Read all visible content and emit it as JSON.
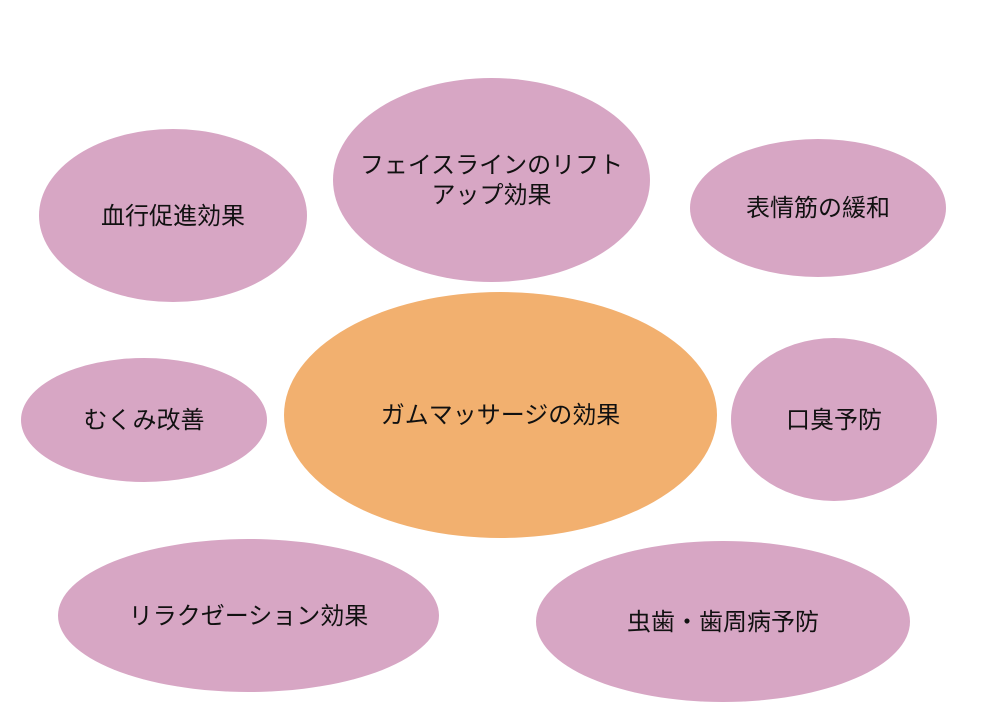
{
  "colors": {
    "benefit_fill": "#d7a6c4",
    "center_fill": "#f2b06f"
  },
  "center": {
    "label": "ガムマッサージの効果"
  },
  "benefits": [
    {
      "label": "血行促進効果"
    },
    {
      "label": "フェイスラインのリフト\nアップ効果"
    },
    {
      "label": "表情筋の緩和"
    },
    {
      "label": "むくみ改善"
    },
    {
      "label": "口臭予防"
    },
    {
      "label": "リラクゼーション効果"
    },
    {
      "label": "虫歯・歯周病予防"
    }
  ]
}
